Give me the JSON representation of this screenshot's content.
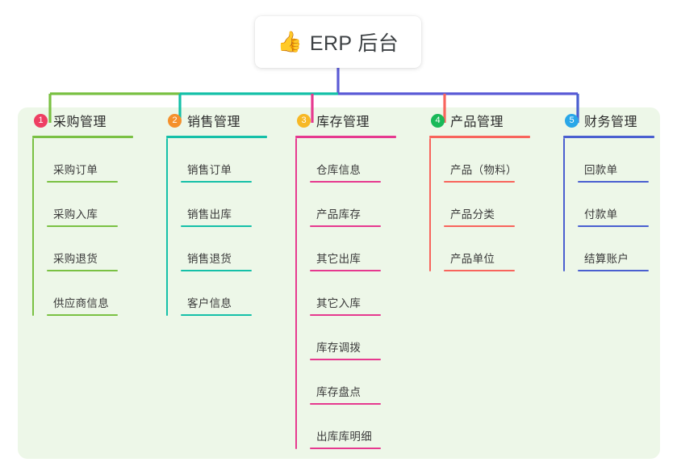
{
  "root": {
    "icon": "thumbs-up-icon",
    "icon_glyph": "👍",
    "title": "ERP 后台"
  },
  "theme": {
    "panel_background": "#edf7e8",
    "page_background": "#ffffff",
    "card_background": "#ffffff",
    "title_text": "#3c4043",
    "item_text": "#3a3a3a",
    "trunk_line": "#5b5bd6"
  },
  "columns": [
    {
      "number": "1",
      "title": "采购管理",
      "badge_color": "#ee3f63",
      "line_color": "#7ac143",
      "items": [
        {
          "label": "采购订单"
        },
        {
          "label": "采购入库"
        },
        {
          "label": "采购退货"
        },
        {
          "label": "供应商信息"
        }
      ]
    },
    {
      "number": "2",
      "title": "销售管理",
      "badge_color": "#f5902b",
      "line_color": "#15c0a8",
      "items": [
        {
          "label": "销售订单"
        },
        {
          "label": "销售出库"
        },
        {
          "label": "销售退货"
        },
        {
          "label": "客户信息"
        }
      ]
    },
    {
      "number": "3",
      "title": "库存管理",
      "badge_color": "#f7b825",
      "line_color": "#e6398f",
      "items": [
        {
          "label": "仓库信息"
        },
        {
          "label": "产品库存"
        },
        {
          "label": "其它出库"
        },
        {
          "label": "其它入库"
        },
        {
          "label": "库存调拨"
        },
        {
          "label": "库存盘点"
        },
        {
          "label": "出库库明细"
        }
      ]
    },
    {
      "number": "4",
      "title": "产品管理",
      "badge_color": "#19b959",
      "line_color": "#f8645c",
      "items": [
        {
          "label": "产品（物料）"
        },
        {
          "label": "产品分类"
        },
        {
          "label": "产品单位"
        }
      ]
    },
    {
      "number": "5",
      "title": "财务管理",
      "badge_color": "#29a7e8",
      "line_color": "#4a5fd0",
      "items": [
        {
          "label": "回款单"
        },
        {
          "label": "付款单"
        },
        {
          "label": "结算账户"
        }
      ]
    }
  ]
}
